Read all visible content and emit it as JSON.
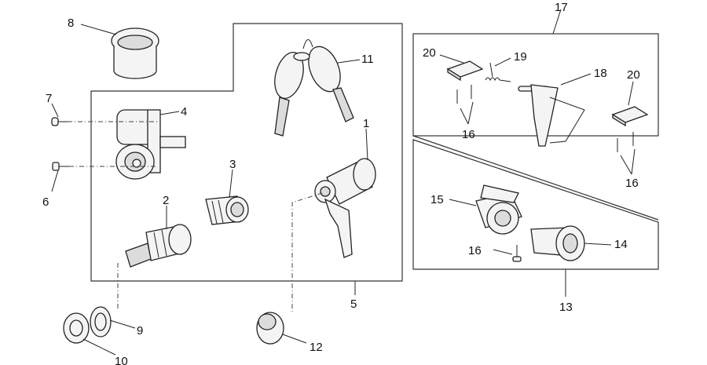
{
  "callouts": {
    "c1": "1",
    "c2": "2",
    "c3": "3",
    "c4": "4",
    "c5": "5",
    "c6": "6",
    "c7": "7",
    "c8": "8",
    "c9": "9",
    "c10": "10",
    "c11": "11",
    "c12": "12",
    "c13": "13",
    "c14": "14",
    "c15": "15",
    "c16a": "16",
    "c16b": "16",
    "c16c": "16",
    "c17": "17",
    "c18": "18",
    "c19": "19",
    "c20a": "20",
    "c20b": "20"
  },
  "colors": {
    "line": "#222222",
    "background": "#ffffff"
  }
}
